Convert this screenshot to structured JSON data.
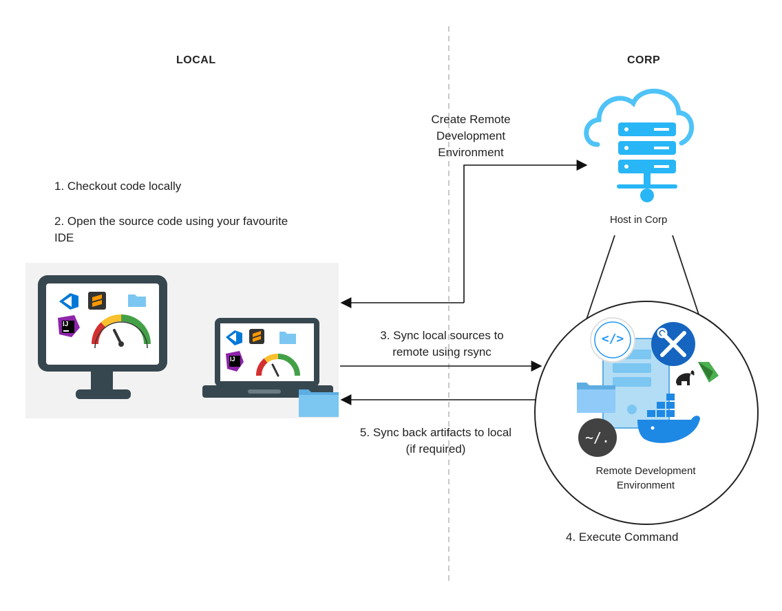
{
  "sections": {
    "local_label": "LOCAL",
    "corp_label": "CORP"
  },
  "steps": {
    "step1": "1. Checkout code locally",
    "step2_line1": "2. Open the source code using your favourite",
    "step2_line2": "IDE",
    "create_env_line1": "Create Remote",
    "create_env_line2": "Development",
    "create_env_line3": "Environment",
    "step3_line1": "3. Sync local sources to",
    "step3_line2": "remote using rsync",
    "step5_line1": "5. Sync back artifacts to local",
    "step5_line2": "(if required)",
    "step4": "4. Execute Command"
  },
  "nodes": {
    "host_label": "Host in Corp",
    "rde_line1": "Remote Development",
    "rde_line2": "Environment",
    "ide_vscode_glyph": "❮❯",
    "ide_sublime_glyph": "S",
    "ide_intellij_glyph": "IJ",
    "terminal_glyph": "~/.",
    "code_glyph": "</>"
  },
  "colors": {
    "cloud_blue": "#4FC3F7",
    "server_blue": "#29B6F6",
    "device_dark": "#37474F",
    "panel_bg": "#F2F2F2",
    "folder_blue": "#7CC6F2",
    "vscode_blue": "#0078D7",
    "sublime_orange": "#FF9800",
    "docker_blue": "#1E88E5",
    "tools_blue": "#1565C0",
    "terminal_dark": "#424242"
  }
}
